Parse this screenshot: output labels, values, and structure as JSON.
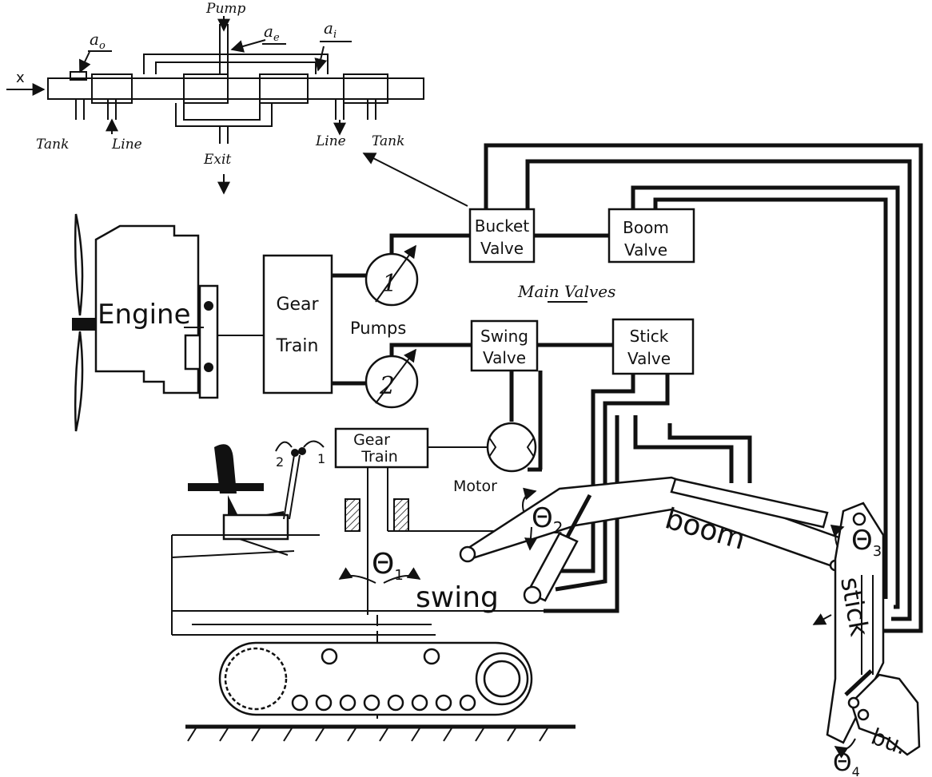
{
  "spool_valve": {
    "input_label": "x",
    "pump_label": "Pump",
    "a_o_label": "a",
    "a_o_sub": "o",
    "a_e_label": "a",
    "a_e_sub": "e",
    "a_i_label": "a",
    "a_i_sub": "i",
    "tank_left_label": "Tank",
    "line_left_label": "Line",
    "exit_label": "Exit",
    "line_right_label": "Line",
    "tank_right_label": "Tank"
  },
  "hydraulics": {
    "engine_label": "Engine",
    "gear_train_top": "Gear",
    "gear_train_bottom": "Train",
    "pumps_label": "Pumps",
    "pump1_number": "1",
    "pump2_number": "2",
    "bucket_valve_top": "Bucket",
    "bucket_valve_bottom": "Valve",
    "boom_valve_top": "Boom",
    "boom_valve_bottom": "Valve",
    "swing_valve_top": "Swing",
    "swing_valve_bottom": "Valve",
    "stick_valve_top": "Stick",
    "stick_valve_bottom": "Valve",
    "main_valves_label": "Main Valves",
    "motor_label": "Motor",
    "swing_gear_top": "Gear",
    "swing_gear_bottom": "Train"
  },
  "excavator": {
    "lever_2_label": "2",
    "lever_1_label": "1",
    "theta_symbol": "Θ",
    "theta1_sub": "1",
    "theta2_sub": "2",
    "theta3_sub": "3",
    "theta4_sub": "4",
    "swing_label": "swing",
    "boom_label": "boom",
    "stick_label": "stick",
    "bucket_label": "bu."
  }
}
